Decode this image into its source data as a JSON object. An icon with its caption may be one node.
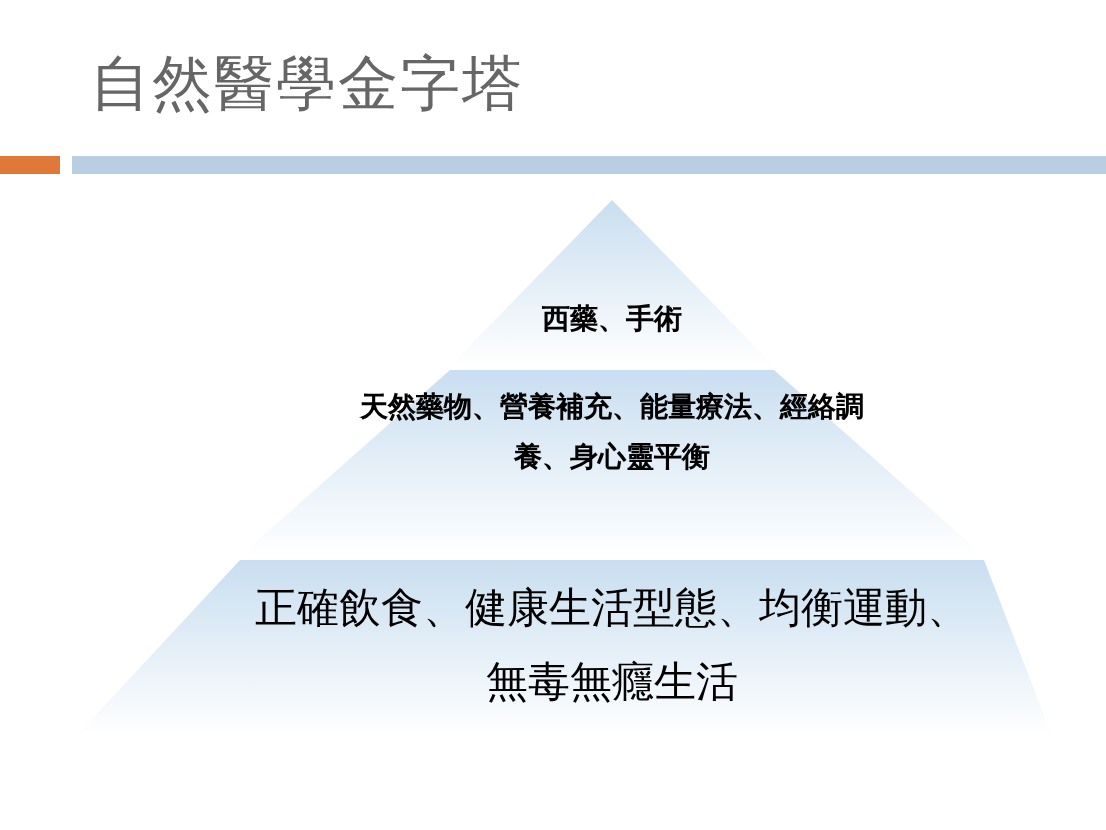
{
  "diagram": {
    "title": "自然醫學金字塔",
    "nodes": [
      {
        "text": [
          "西藥、手術"
        ]
      },
      {
        "text": [
          "天然藥物、營養補充、能量療法、經絡調養、身心靈平衡"
        ]
      },
      {
        "text": [
          "正確飲食、健康生活型態、均衡運動、無毒無癮生活"
        ]
      }
    ]
  }
}
